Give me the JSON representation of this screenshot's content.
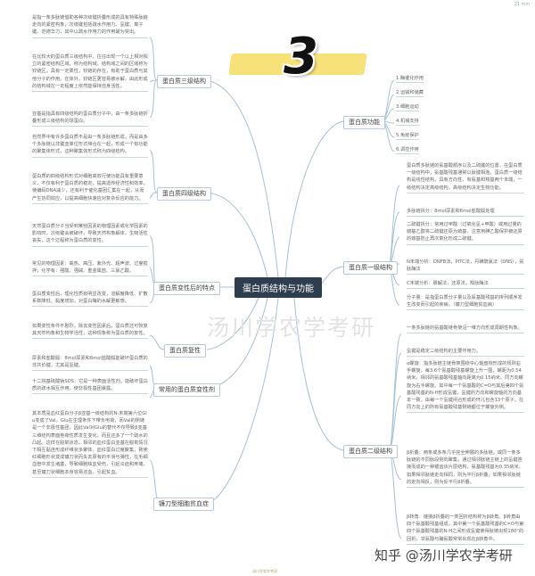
{
  "corner_label": "21 min",
  "badge_number": "3",
  "center": "蛋白质结构与功能",
  "watermark_center": "汤川学农学考研",
  "watermark_bottom": "知乎 @汤川学农学考研",
  "footer": "汤川学农学考研",
  "left": {
    "tertiary": {
      "label": "蛋白质三级结构",
      "notes": [
        "是指一条多肽链借助各种次级键折叠形成的具有特殊肽链走向的紧密构象，次级键包括疏水作用力、氢键、离子键、范德华力，其中以疏水作用力的作用最为突出。",
        "在比较大的蛋白质三级结构中，往往出现一个以上相对独立的紧密结构区域，称为结构域。结构域之间的区域称为铰链区，具有一定柔性，铰链的存在，有助于蛋白质与其他分子的作用。在体外，铰链区更容易被水解，由此形成的结构域在一定程度上依然能保持自身活性。",
        "亚基是指具有四级结构的蛋白质分子中，由一条多肽链折叠形成三级结构的球蛋白。"
      ]
    },
    "quaternary": {
      "label": "蛋白质四级结构",
      "notes": [
        "自然界中有许多蛋白质不是由一条多肽链形成，而是由多个多肽链以非键亚单位形式缔合在一起，形成一个有功能的聚集体形式，这种聚集体形式称为四级结构。",
        "蛋白质的四级结构形式对细胞高效行使功能具有重要意义，不仅有利于蛋白质的稳定，提高遗传经济性和效率，使编码DNA减少，还有利于催化基团汇集在一起，从而产生协同效应，以提高细胞快速应对复杂反应的能力。"
      ]
    },
    "denature": {
      "label": "蛋白质变性后的特点",
      "notes": [
        "天然蛋白质分子当受到某些因素的物理因素或化学因素的影响时，次级键会被破坏，导致天然构象解体，生物活性丧失，这个过程称为蛋白质的变性。",
        "常见的物理因素：高热、高压、紫外光、超声波、过度搅拌；化学有：强酸、强碱、重金属盐、三氯乙酸。",
        "蛋白质变性后，理化性质有明显改变，溶解度降低、扩散系数降低、黏度增加，对蛋白酶的水解更敏感。"
      ]
    },
    "renature": {
      "label": "蛋白质复性",
      "notes": [
        "如果变性条件不剧烈，除去变性因素后，蛋白质还可恢复其天然构象和生物学活性，这种现象称为蛋白质的复性。"
      ]
    },
    "denaturant": {
      "label": "常用的蛋白质变性剂",
      "notes": [
        "尿素和盐酸胍：8mol尿素和6mol盐酸胍能破坏蛋白质的非共价键，尤其是氢键。",
        "十二烷基硫酸钠SDS：它是一种表面活性剂，能破坏蛋白质的疏水相互作用，使非极性基团暴露。"
      ]
    },
    "sickle": {
      "label": "镰刀型细胞贫血症",
      "notes": [
        "其本质是血红蛋白分子β亚基一级结构的N-末端第六位Glu变成了Val。Glu在生理条件下带负电荷，而Val的侧链是一个非极性基团，因此Val对Glu的替代不仅导致β亚基三维结构表面电荷性质发生变化，而且还多了一个疏水的凸起。这样在脱氧状态，相邻的血红蛋白亚基在脱氧情况下相互黏连形成纤维状多聚体，血红蛋白过度聚集，致使红细胞形状变成镰刀状而失去原有的平滑与弹性，在毛细血管中发生堵塞，导致细胞缺血受伤，引起炎症和疼痛。甚至镰刀状细胞本身容易溶血，引起贫血。"
      ]
    }
  },
  "right": {
    "function": {
      "label": "蛋白质功能",
      "items": [
        "1.酶催化作用",
        "2.运输和储藏",
        "3.细胞运动",
        "4.机械支持",
        "5.免疫保护",
        "6.调控作用"
      ]
    },
    "primary": {
      "label": "蛋白质一级结构",
      "notes": [
        "蛋白质多肽链的氨基酸顺序以及二硫键的位置，在蛋白质一级结构中，氨基酸残基通常以肽键相连。蛋白质一级结构是线性结构，具有方向性，有氨基和羧基两个末端，一级结构决定高级结构，高级结构决定生物功能。",
        "多肽链拆分：8mol尿素和6mol盐酸胍处理",
        "二硫键拆分：常用过甲酸（过氧化氢+甲酸）或用过量的巯基乙醇将二硫键还原为巯基，注意用碘乙酸保护被还原的巯基防止再次氧化形成二硫键。",
        "N末端分析：DNFB法，PITC法，丹磺酰氯法（DNS），氨肽酶法",
        "C末端分析：肼解法，还原法，羧肽酶法",
        "分子量：是指蛋白质分子量以及氨基酸残基的排列顺序发生改变而引起的疾病，（镰刀型细胞贫血病）"
      ]
    },
    "secondary": {
      "label": "蛋白质二级结构",
      "notes": [
        "一条多肽链的氨基酸链骨架沿一维方向形成周期性构象。",
        "氢键是稳定二级结构的主要作用力。",
        "α螺旋：指多肽链主链骨架围绕中心轴盘绕形成的规则右手螺旋，每3.6个氨基酸残基螺旋上升一圈，螺距为0.54纳米，相邻的氨基酸残基轴向距离为0.15纳米。同方向螺旋为右手螺旋。其中每一个氨基酸的C=O与其后第四个氨基酸残基的N-H形成氢键，氢键的方向和螺旋轴的方向基本一致，由每一个氢键闭合形成的环儿包含13个原子。在同方向上的所有氨基酸残基侧链都位于螺旋外侧。",
        "β折叠：两条或多条几乎完全伸展的多肽链，或同一条多肽链的不同肽段侧向聚集，通过相邻肽链主链上的氢键连接而成的一种锯齿状片层结构，氨基酸残基为0.35纳米，如果相邻肽链走向相同，则为平行β折叠；如果相邻肽链的走向相反，则为反平行β折叠。",
        "β转角：链接β折叠的一类回折结构称为β转角。β转角由四个氨基酸残基组成，其中第一个氨基酸残基的C=O与第四个氨基酸残基的N-H之间形成氢键使得肽链出现180°的回折，甘氨酸与脯氨酸常常出现在β转角中。"
      ]
    }
  },
  "colors": {
    "center_bg": "#2f3e4f",
    "line": "#a9c0d3",
    "banner": "#f7e27a"
  }
}
